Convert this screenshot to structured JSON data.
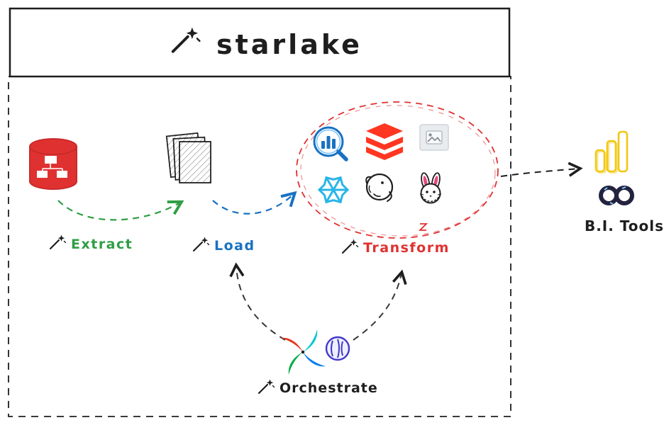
{
  "title": "starlake",
  "labels": {
    "extract": "Extract",
    "load": "Load",
    "transform": "Transform",
    "orchestrate": "Orchestrate",
    "bi_tools": "B.I. Tools"
  },
  "colors": {
    "ink": "#1e1e1e",
    "extract": "#2f9e44",
    "load": "#1971c2",
    "transform": "#e03131",
    "orchestrate": "#1e1e1e",
    "database_red": "#e03131",
    "databricks_red": "#ff3621",
    "snowflake_blue": "#29b5e8",
    "bigquery_blue": "#1971c2",
    "powerbi_yellow": "#f2c811",
    "dagster_purple": "#4338ca",
    "trino_pink": "#e64980"
  },
  "icons": {
    "wand-icon": "magic-wand-with-star",
    "database-icon": "red-database-cylinder-with-tables",
    "files-icon": "stack-of-hatched-documents",
    "bigquery-icon": "magnifier-over-bar-chart",
    "databricks-icon": "red-stacked-layers",
    "image-placeholder-icon": "gray-image-placeholder",
    "snowflake-icon": "blue-snowflake",
    "postgresql-icon": "elephant-outline",
    "trino-icon": "bunny-with-pink-ears",
    "airflow-icon": "four-color-pinwheel",
    "dagster-icon": "purple-circle-swirl",
    "powerbi-icon": "yellow-bar-chart",
    "superset-icon": "dark-infinity-loops"
  }
}
